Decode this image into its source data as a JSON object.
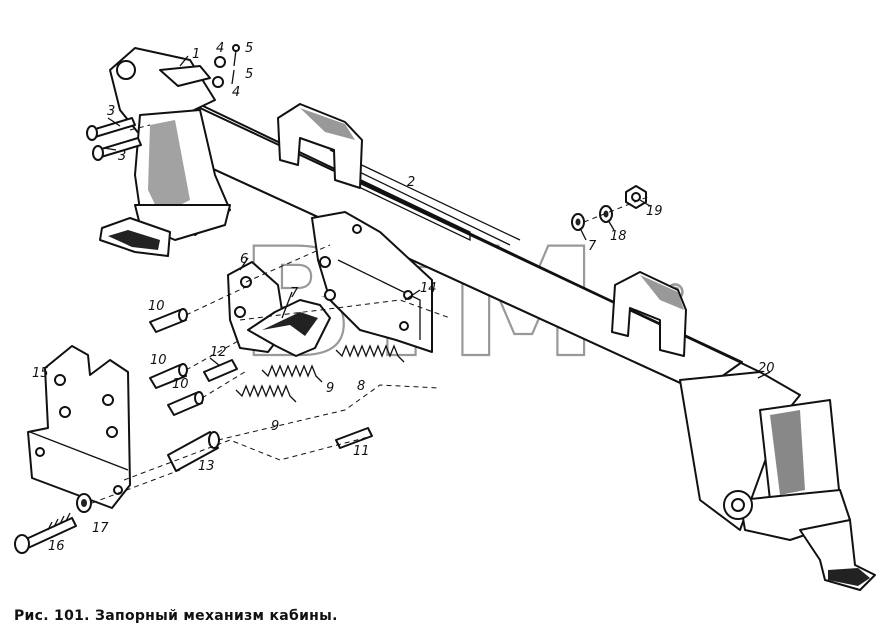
{
  "caption": "Рис. 101. Запорный механизм кабины.",
  "watermark": {
    "text": "BTM",
    "mark": "®"
  },
  "callouts": {
    "c1": "1",
    "c2": "2",
    "c3a": "3",
    "c3b": "3",
    "c4a": "4",
    "c4b": "4",
    "c5a": "5",
    "c5b": "5",
    "c6": "6",
    "c7a": "7",
    "c7b": "7",
    "c8": "8",
    "c9a": "9",
    "c9b": "9",
    "c10a": "10",
    "c10b": "10",
    "c10c": "10",
    "c11": "11",
    "c12": "12",
    "c13": "13",
    "c14": "14",
    "c15": "15",
    "c16": "16",
    "c17": "17",
    "c18": "18",
    "c19": "19",
    "c20": "20"
  }
}
